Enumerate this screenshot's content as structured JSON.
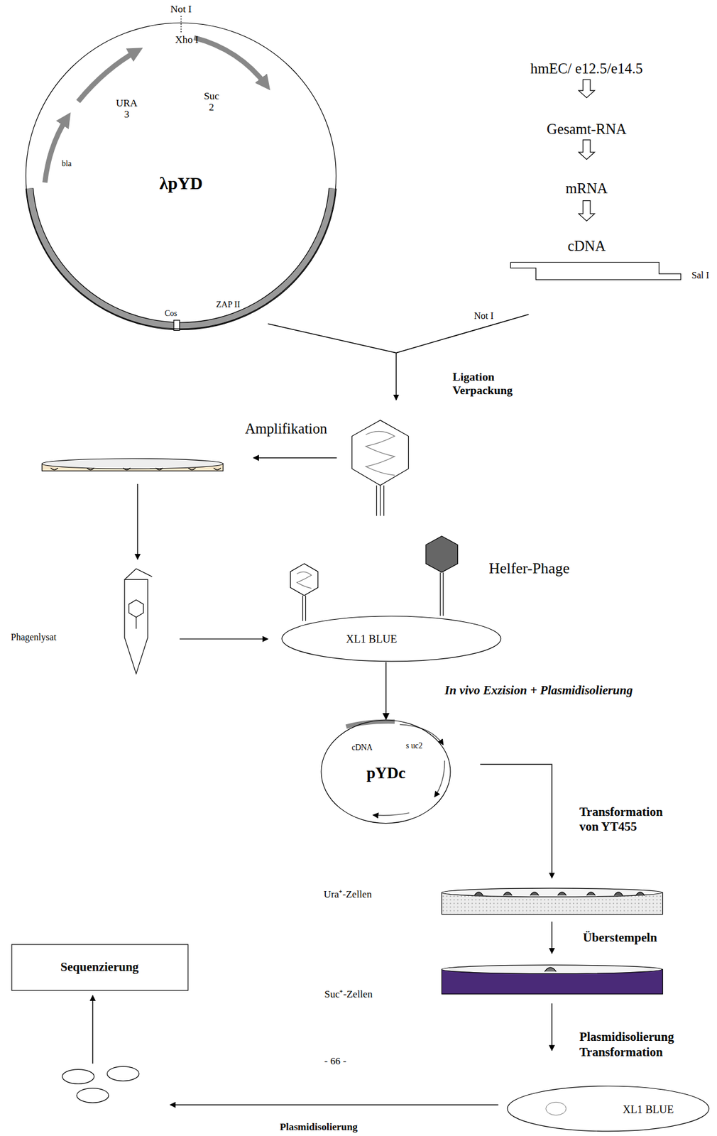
{
  "diagram": {
    "nodes": [
      {
        "text": [
          "Not I",
          "Xho I",
          "URA 3",
          "Suc 2",
          "bla",
          "λpYD",
          "ZAP II",
          "Cos"
        ]
      },
      {
        "text": [
          "XL1 BLUE"
        ]
      },
      {
        "text": [
          "cDNA",
          "s uc2",
          "pYDc"
        ]
      },
      {
        "text": [
          "Sequenzierung"
        ]
      },
      {
        "text": [
          "XL1 BLUE"
        ]
      }
    ],
    "edges": [
      {
        "from": 1,
        "to": 2,
        "arrow": "to",
        "label": "In vivo Exzision + Plasmidisolierung"
      }
    ],
    "labels": [
      "hmEC/ e12.5/e14.5",
      "Gesamt-RNA",
      "mRNA",
      "cDNA",
      "Sal I",
      "Not I",
      "Ligation Verpackung",
      "Amplifikation",
      "Phagenlysat",
      "Helfer-Phage",
      "Transformation von YT455",
      "Ura⁺-Zellen",
      "Überstempeln",
      "Suc⁺-Zellen",
      "Plasmidisolierung Transformation",
      "- 66 -",
      "Plasmidisolierung"
    ]
  }
}
